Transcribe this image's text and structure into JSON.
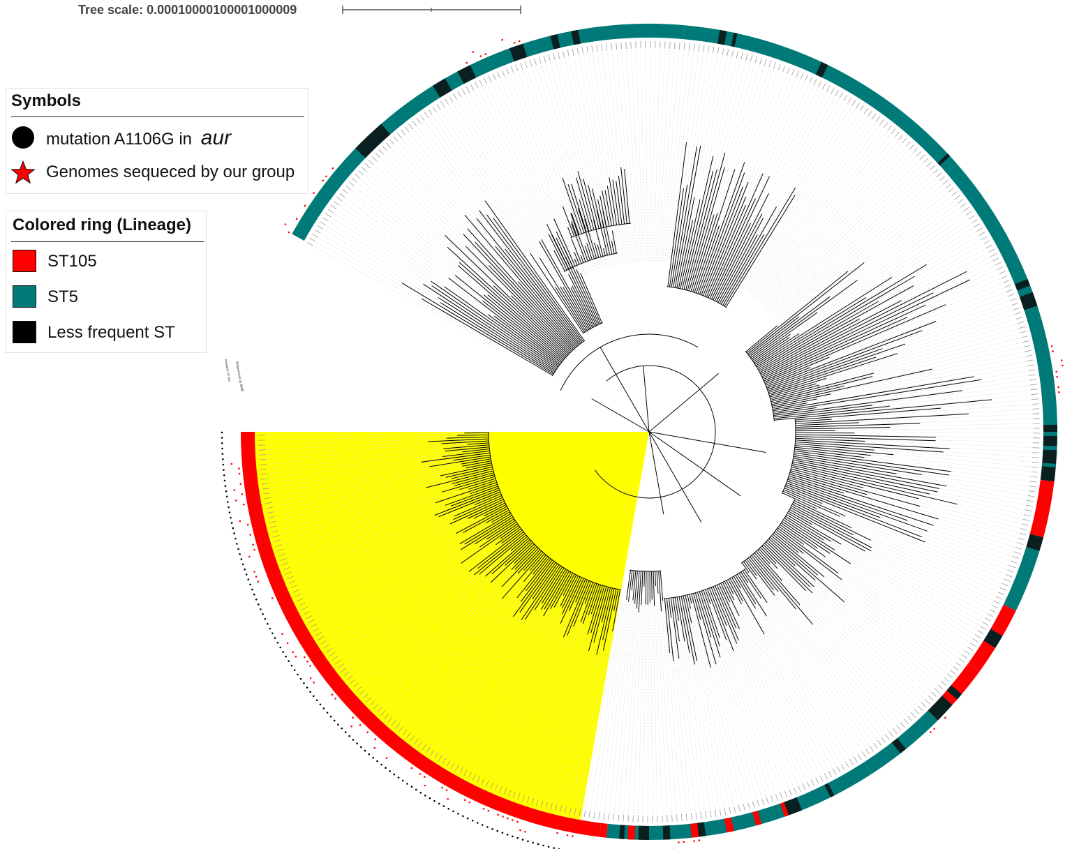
{
  "tree_scale": {
    "label": "Tree scale: 0.00010000100001000009"
  },
  "legend_symbols": {
    "title": "Symbols",
    "items": [
      {
        "shape": "circle",
        "color": "#000000",
        "label": "mutation A1106G in ",
        "italic": "aur"
      },
      {
        "shape": "star",
        "color": "#ff0000",
        "label": "Genomes sequeced by our group"
      }
    ]
  },
  "legend_lineage": {
    "title": "Colored ring (Lineage)",
    "items": [
      {
        "label": "ST105",
        "color": "#ff0000"
      },
      {
        "label": "ST5",
        "color": "#007a78"
      },
      {
        "label": "Less frequent ST",
        "color": "#000000"
      }
    ]
  },
  "ring_labels": [
    "mutation in aur",
    "Sequenced by BMB"
  ],
  "colors": {
    "st105": "#ff0000",
    "st5": "#007a78",
    "less_frequent": "#0a1f1f",
    "clade_highlight": "#ffff00",
    "branches": "#000000",
    "leader_lines": "#d6d6d6",
    "star_marker": "#ff0000",
    "circle_marker": "#000000"
  }
}
